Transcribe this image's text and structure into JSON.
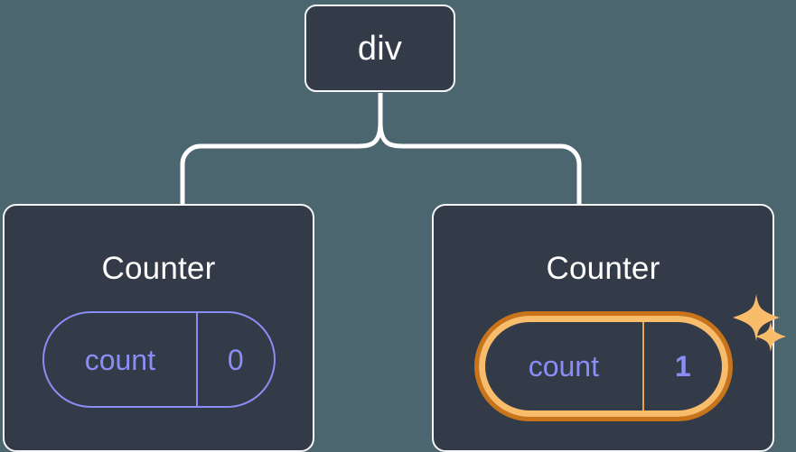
{
  "diagram": {
    "title": "React component tree with highlighted state",
    "background_color": "#4c6670",
    "node_fill": "#343b48",
    "node_border": "#f4f6f8",
    "connector_color": "#ffffff",
    "accent_purple": "#8a8df5",
    "accent_orange_outer": "#c9731a",
    "accent_orange_inner": "#f8bc6b"
  },
  "root": {
    "label": "div"
  },
  "children": [
    {
      "label": "Counter",
      "state": {
        "name": "count",
        "value": "0",
        "highlighted": false
      }
    },
    {
      "label": "Counter",
      "state": {
        "name": "count",
        "value": "1",
        "highlighted": true
      },
      "sparkles": [
        {
          "name": "sparkle-large"
        },
        {
          "name": "sparkle-small"
        }
      ]
    }
  ]
}
